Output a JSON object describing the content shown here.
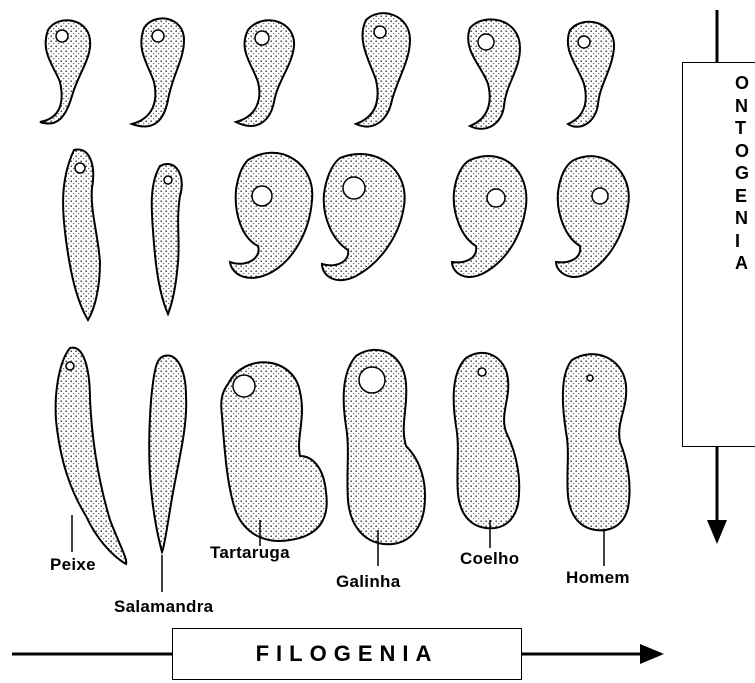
{
  "species": {
    "fish": "Peixe",
    "salamander": "Salamandra",
    "turtle": "Tartaruga",
    "chicken": "Galinha",
    "rabbit": "Coelho",
    "human": "Homem"
  },
  "phylogeny_label": "FILOGENIA",
  "ontogeny_letters": [
    "O",
    "N",
    "T",
    "O",
    "G",
    "E",
    "N",
    "I",
    "A"
  ],
  "colors": {
    "ink": "#000000",
    "background": "#ffffff"
  }
}
